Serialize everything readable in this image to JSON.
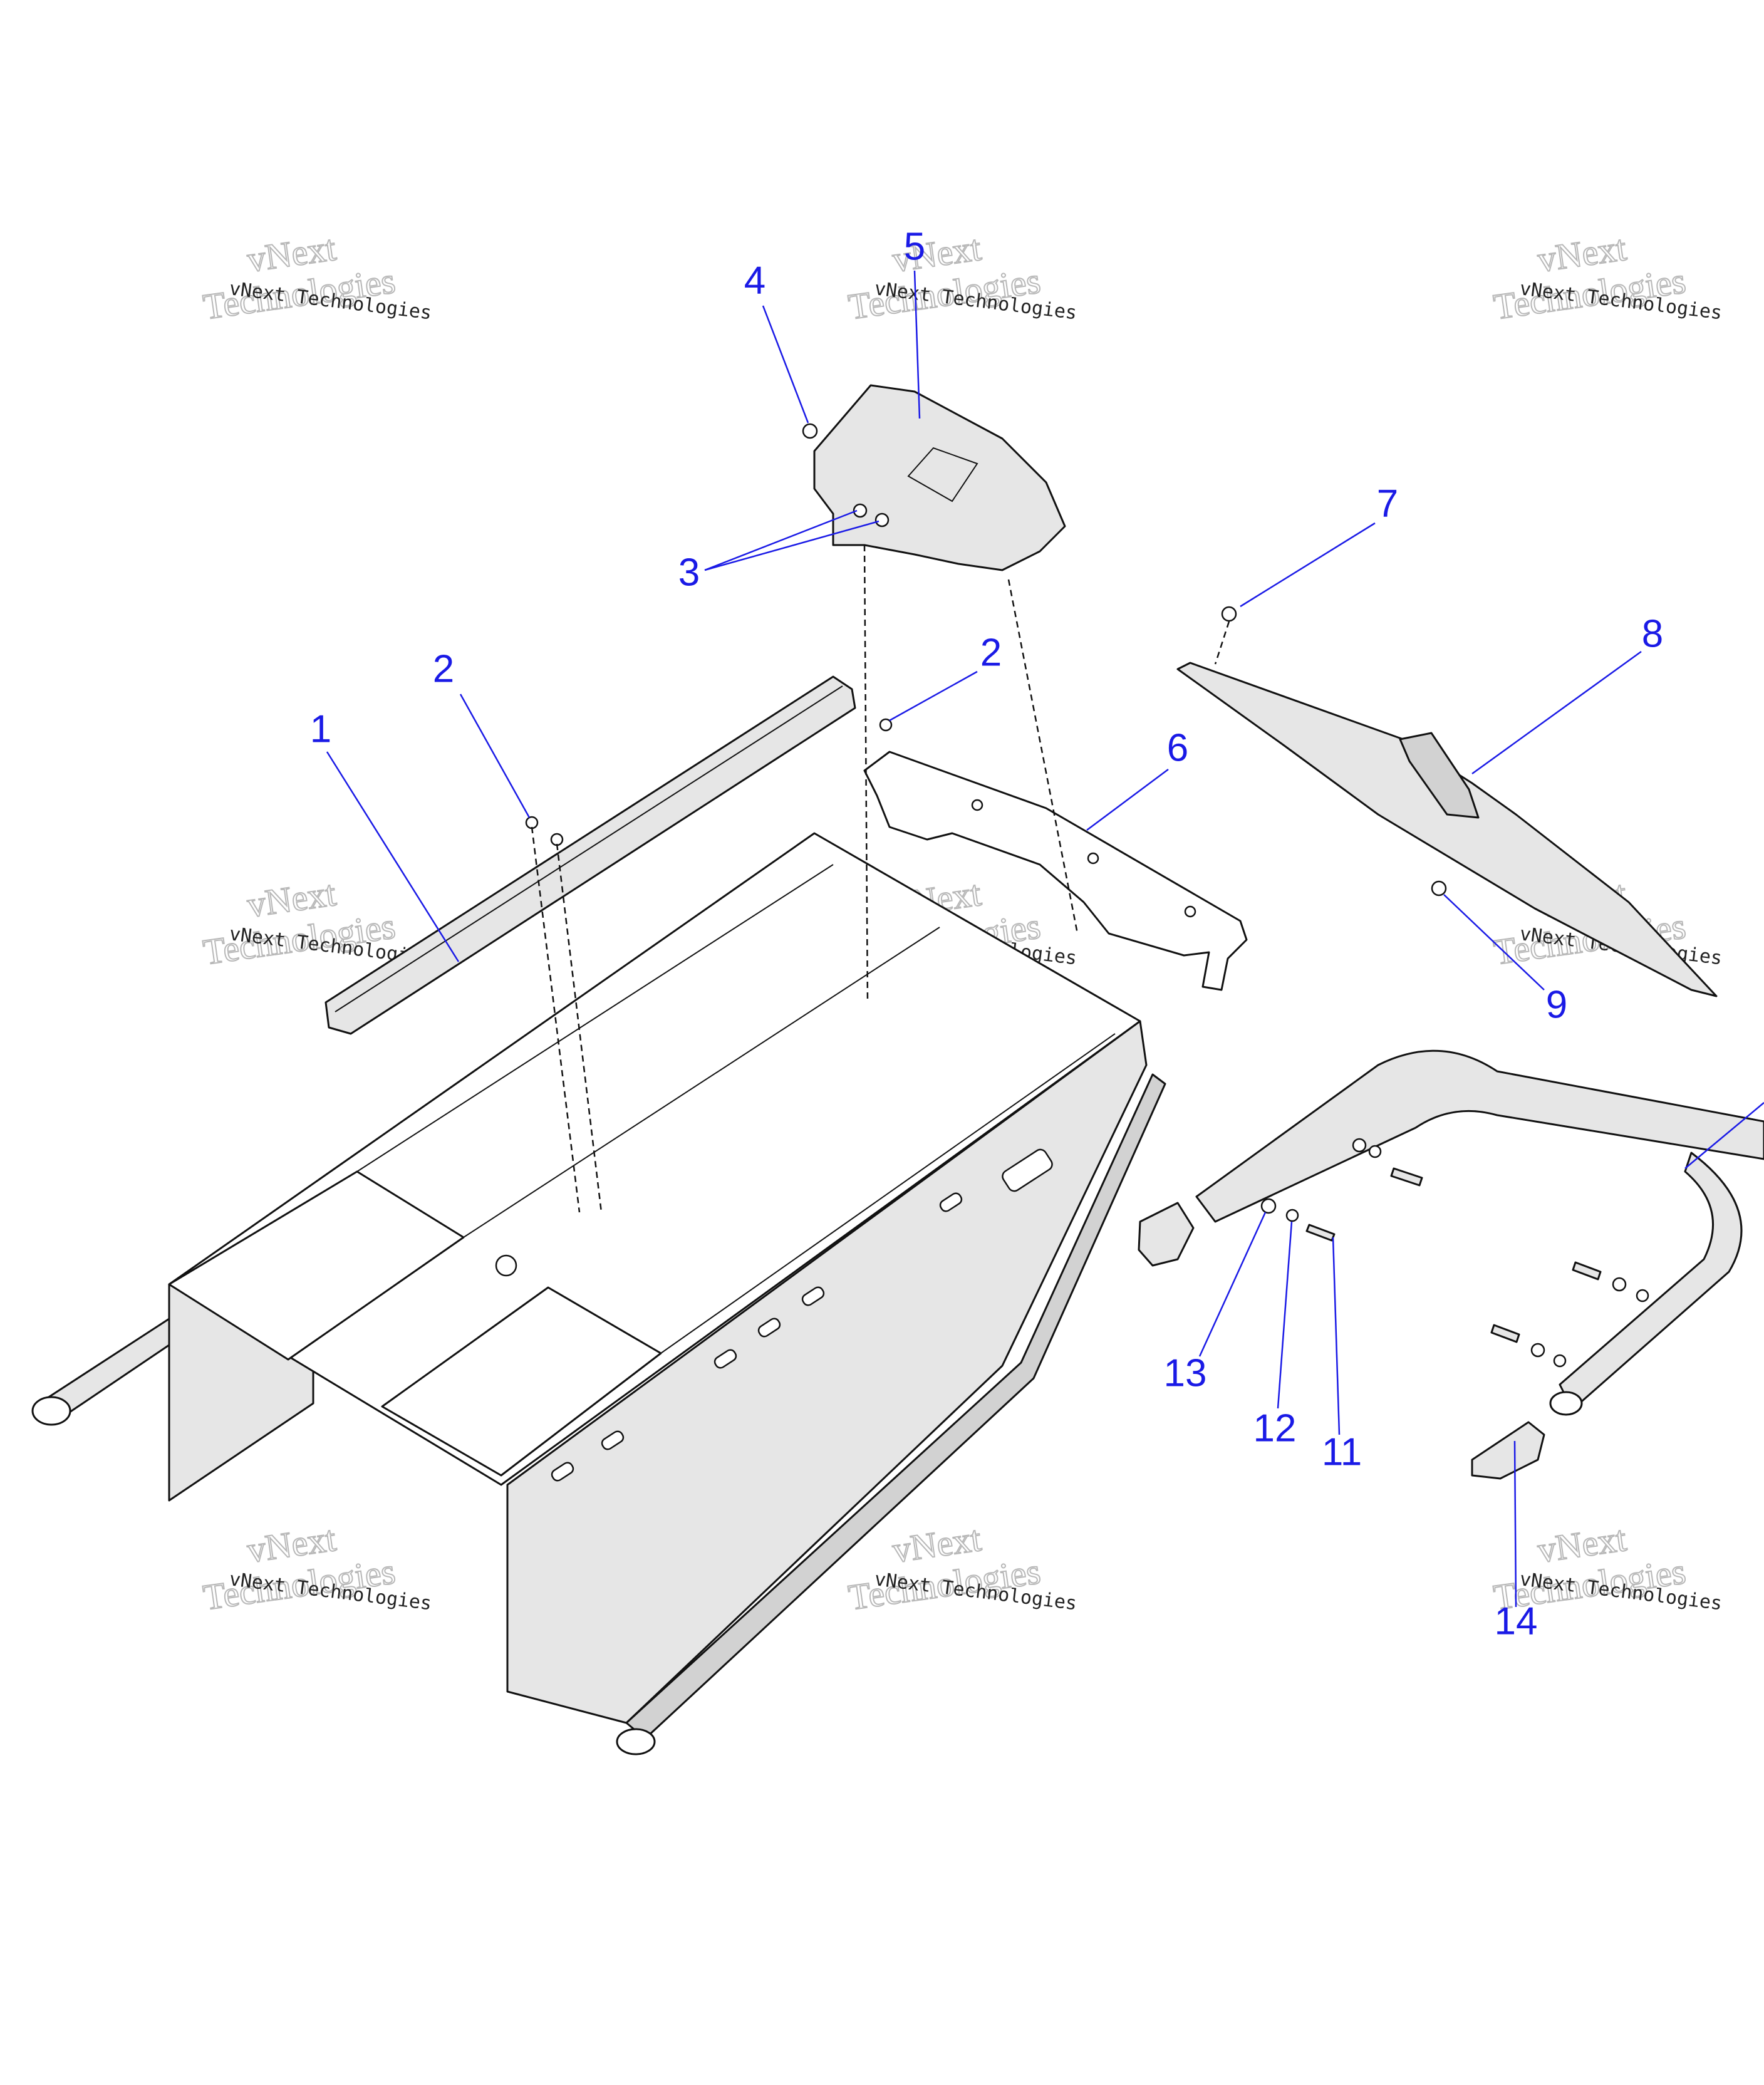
{
  "colors": {
    "callout": "#1a1ae6",
    "line": "#111111",
    "watermark_text": "#222222",
    "watermark_outline": "#b8b8b8"
  },
  "watermark": {
    "line1": "vNext Technologies",
    "line2a": "vNext",
    "line2b": "Technologies"
  },
  "callouts": [
    {
      "id": "1",
      "label": "1"
    },
    {
      "id": "2a",
      "label": "2"
    },
    {
      "id": "2b",
      "label": "2"
    },
    {
      "id": "3",
      "label": "3"
    },
    {
      "id": "4",
      "label": "4"
    },
    {
      "id": "5",
      "label": "5"
    },
    {
      "id": "6",
      "label": "6"
    },
    {
      "id": "7",
      "label": "7"
    },
    {
      "id": "8",
      "label": "8"
    },
    {
      "id": "9",
      "label": "9"
    },
    {
      "id": "11",
      "label": "11"
    },
    {
      "id": "12",
      "label": "12"
    },
    {
      "id": "13",
      "label": "13"
    },
    {
      "id": "14",
      "label": "14"
    }
  ]
}
